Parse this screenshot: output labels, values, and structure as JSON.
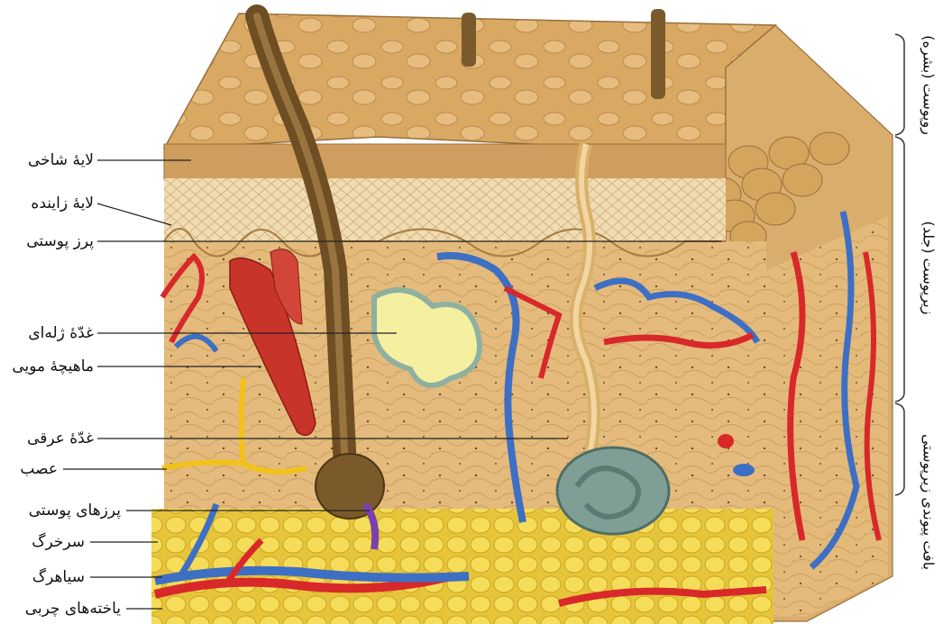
{
  "left_labels": [
    "لایهٔ شاخی",
    "لایهٔ زاینده",
    "پرز پوستی",
    "غدّهٔ ژله‌ای",
    "ماهیچهٔ مویی",
    "غدّهٔ عرقی",
    "عصب",
    "پرزهای پوستی",
    "سرخرگ",
    "سیاهرگ",
    "یاخته‌های چربی"
  ],
  "right_labels": [
    "روپوست (بشره)",
    "زیرپوست (جلد)",
    "بافت پیوندی زیرپوستی"
  ],
  "colors": {
    "epidermis": "#c9955a",
    "dermis": "#e2b877",
    "fat": "#f0d24a",
    "artery": "#d8282a",
    "vein": "#3d6fc4",
    "nerve": "#f2c21a",
    "muscle": "#c8342a",
    "hair": "#7a5a2a",
    "sweat_gland": "#7f9e96",
    "sebaceous": "#f4f0a0"
  }
}
